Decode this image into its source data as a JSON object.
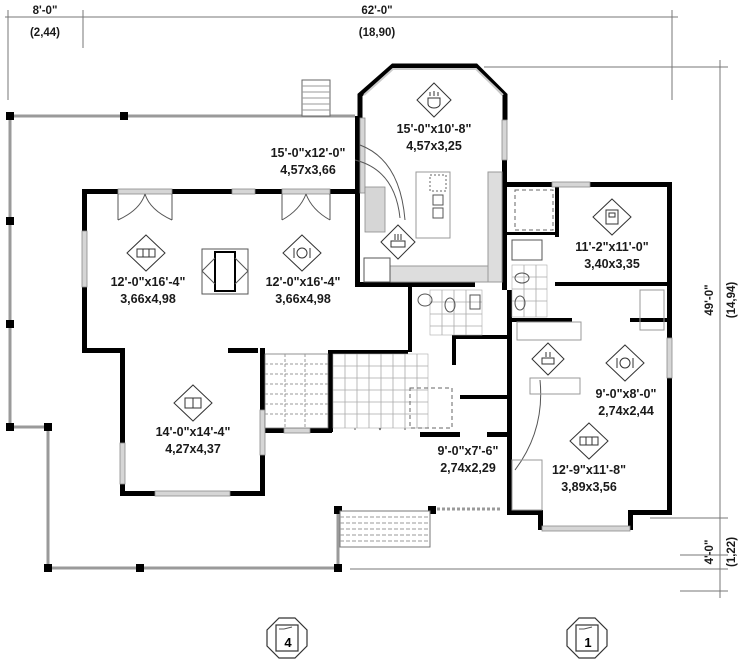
{
  "plan": {
    "type": "floor plan",
    "overall_dimensions": {
      "top_left": {
        "imperial": "8'-0\"",
        "metric": "(2,44)"
      },
      "top_main": {
        "imperial": "62'-0\"",
        "metric": "(18,90)"
      },
      "right_main": {
        "imperial": "49'-0\"",
        "metric": "(14,94)"
      },
      "right_small": {
        "imperial": "4'-0\"",
        "metric": "(1,22)"
      }
    },
    "rooms": [
      {
        "id": "dining-nook",
        "icon": "cup-icon",
        "imperial": "15'-0\"x10'-8\"",
        "metric": "4,57x3,25"
      },
      {
        "id": "kitchen",
        "icon": "pot-icon",
        "imperial": "15'-0\"x12'-0\"",
        "metric": "4,57x3,66"
      },
      {
        "id": "living-room",
        "icon": "sofa-icon",
        "imperial": "12'-0\"x16'-4\"",
        "metric": "3,66x4,98"
      },
      {
        "id": "dining-room",
        "icon": "plate-icon",
        "imperial": "12'-0\"x16'-4\"",
        "metric": "3,66x4,98"
      },
      {
        "id": "den",
        "icon": "book-icon",
        "imperial": "14'-0\"x14'-4\"",
        "metric": "4,27x4,37"
      },
      {
        "id": "bedroom",
        "icon": "bed-icon",
        "imperial": "11'-2\"x11'-0\"",
        "metric": "3,40x3,35"
      },
      {
        "id": "unit-dining",
        "icon": "plate-icon",
        "imperial": "9'-0\"x8'-0\"",
        "metric": "2,74x2,44"
      },
      {
        "id": "entry",
        "icon": "none",
        "imperial": "9'-0\"x7'-6\"",
        "metric": "2,74x2,29"
      },
      {
        "id": "unit-living",
        "icon": "sofa-icon",
        "imperial": "12'-9\"x11'-8\"",
        "metric": "3,89x3,56"
      }
    ],
    "view_markers": [
      {
        "id": "elevation-4",
        "label": "4"
      },
      {
        "id": "elevation-1",
        "label": "1"
      }
    ]
  }
}
